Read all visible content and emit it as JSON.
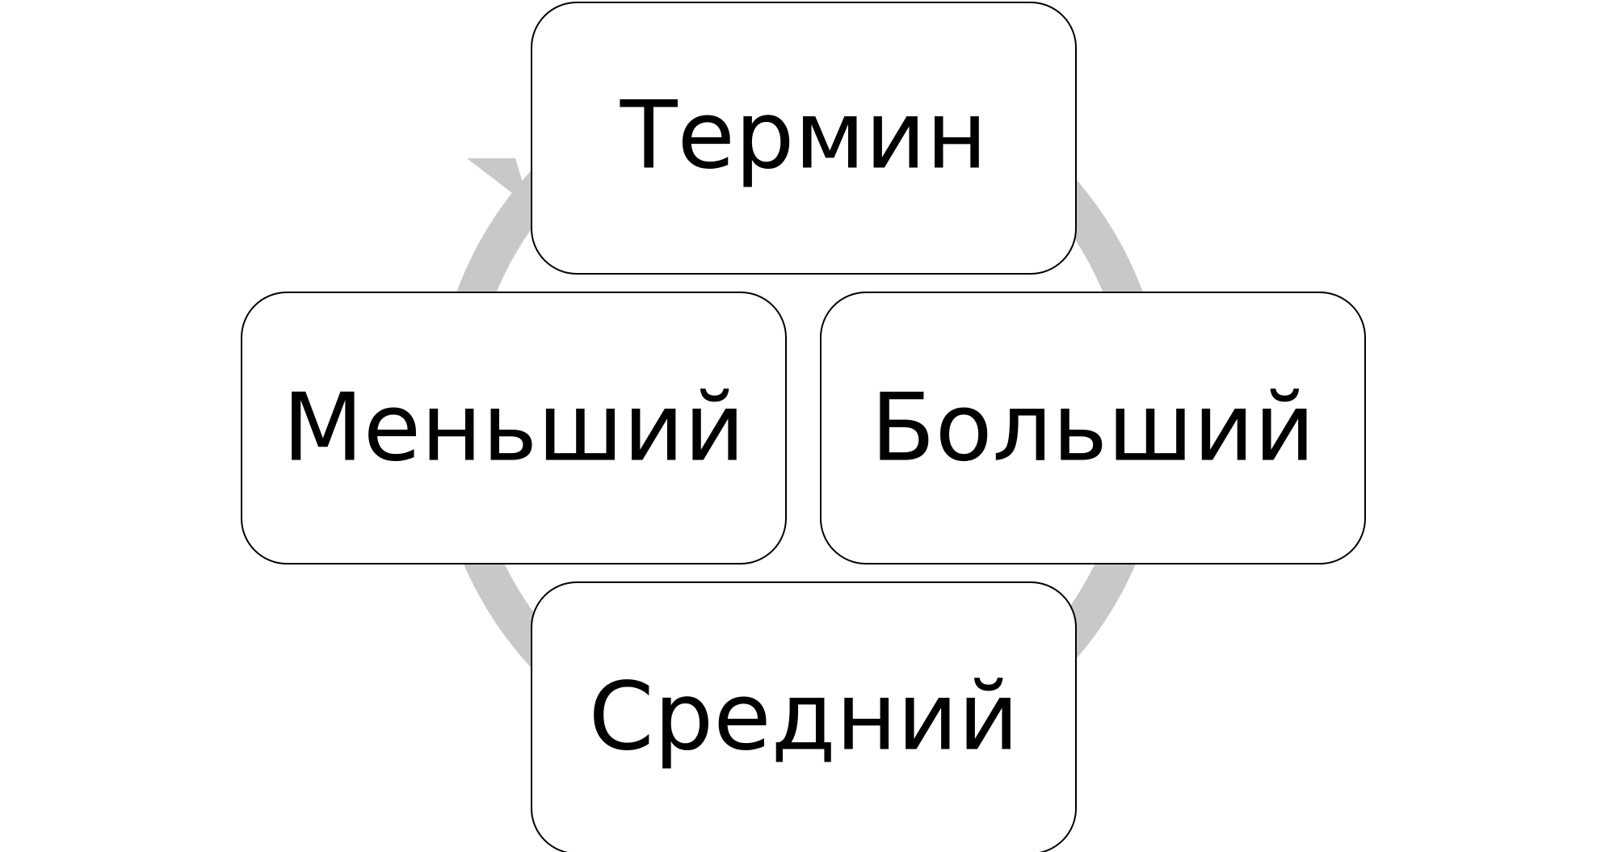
{
  "diagram": {
    "type": "cycle",
    "colors": {
      "arc": "#c8c8c8",
      "node_fill": "#ffffff",
      "node_border": "#000000",
      "text": "#000000"
    },
    "nodes": [
      {
        "id": "top",
        "label": "Термин"
      },
      {
        "id": "right",
        "label": "Больший"
      },
      {
        "id": "bottom",
        "label": "Средний"
      },
      {
        "id": "left",
        "label": "Меньший"
      }
    ]
  }
}
